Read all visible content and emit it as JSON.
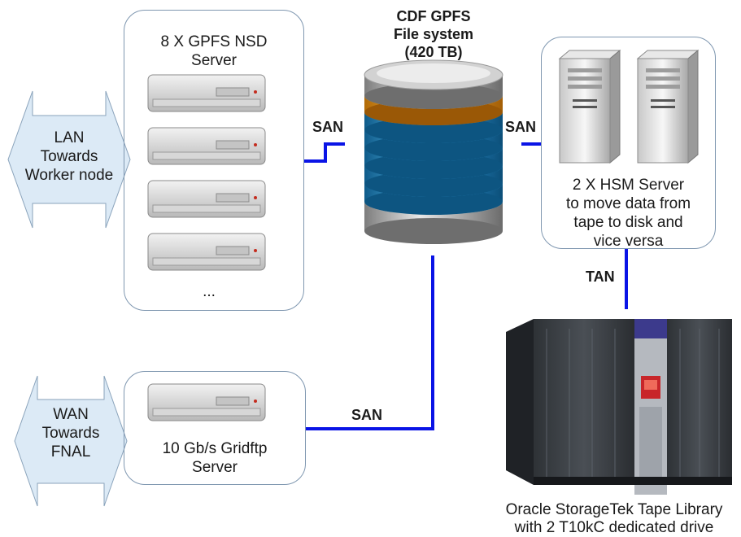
{
  "nsd_box": {
    "title_line1": "8 X GPFS NSD",
    "title_line2": "Server",
    "ellipsis": "..."
  },
  "lan_arrow": {
    "line1": "LAN",
    "line2": "Towards",
    "line3": "Worker node"
  },
  "wan_arrow": {
    "line1": "WAN",
    "line2": "Towards",
    "line3": "FNAL"
  },
  "gridftp_box": {
    "line1": "10 Gb/s Gridftp",
    "line2": "Server"
  },
  "filesystem": {
    "line1": "CDF GPFS",
    "line2": "File system",
    "line3": "(420 TB)"
  },
  "hsm_box": {
    "line1": "2 X HSM Server",
    "line2": "to move data from",
    "line3": "tape to disk and",
    "line4": "vice versa"
  },
  "links": {
    "san_left": "SAN",
    "san_right": "SAN",
    "san_bottom": "SAN",
    "tan": "TAN"
  },
  "tape_library": {
    "line1": "Oracle StorageTek Tape Library",
    "line2": "with 2 T10kC dedicated drive"
  },
  "colors": {
    "link_blue": "#0a14e6",
    "box_fill": "#edf2f7",
    "box_border": "#7f97b0",
    "arrow_fill": "#dceaf6"
  }
}
